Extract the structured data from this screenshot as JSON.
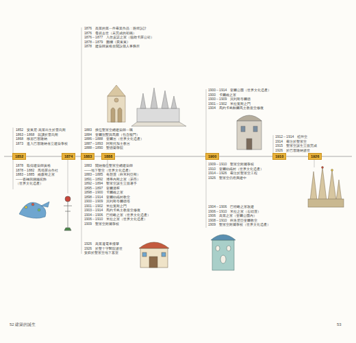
{
  "diagram": {
    "nodes": [
      {
        "text": [
          "1852"
        ]
      },
      {
        "text": [
          "1874"
        ]
      },
      {
        "text": [
          "1883"
        ]
      },
      {
        "text": [
          "1888"
        ]
      },
      {
        "text": [
          "1900"
        ]
      },
      {
        "text": [
          "1910"
        ]
      },
      {
        "text": [
          "1926"
        ]
      }
    ],
    "edges": [
      {
        "from": 0,
        "to": 1,
        "arrow": "none"
      },
      {
        "from": 1,
        "to": 2,
        "arrow": "none"
      },
      {
        "from": 2,
        "to": 3,
        "arrow": "none"
      },
      {
        "from": 3,
        "to": 4,
        "arrow": "none"
      },
      {
        "from": 4,
        "to": 5,
        "arrow": "none"
      },
      {
        "from": 5,
        "to": 6,
        "arrow": "none"
      }
    ],
    "labels": [
      "1876　高第的第一件專業作品：路燈設計",
      "1876　母親去世（未完成的初稿）",
      "1876～1877　入住皮諾之家（協助卡羅公司）",
      "1878～1879　圍欄《費東東》",
      "1878　建築師資格並開設個人事務所",
      "1852　安東尼‧高第出生於雷烏斯",
      "1863～1868　就讀於雷烏斯",
      "1868　移居巴塞隆納",
      "1873　進入巴塞隆納省立建築學校",
      "1883　接任聖家堂總建築師一職",
      "1884　奎爾別墅與馬廄（包含龍門）",
      "1886～1888　奎爾宮（世界文化遺產）",
      "1887～1893　阿斯托加主教宮",
      "1888～1890　聖德蘭學院",
      "1900～1914　奎爾公園（世界文化遺產）",
      "1900　卡爾維之家",
      "1900～1909　貝列斯夸爾德",
      "1901～1902　米拉葉斯之門",
      "1904　馬約卡島帕爾馬主教座堂修復",
      "1912～1914　禮拜堂",
      "1914　專注於聖家堂",
      "1915　聖家堂誕生立面完成",
      "1926　於巴塞隆納逝世",
      "1878　取得建築師資格",
      "1878～1882　馬塔羅合作社",
      "1883～1885　維森斯之家",
      "——瓷磚與鑄鐵裝飾",
      "（世界文化遺產）",
      "1883　開始擔任聖家堂總建築師",
      "——地下聖堂（世界文化遺產）",
      "1883～1885　奇想屋（科米利亞斯）",
      "1891～1892　博蒂內斯之家（萊昂）",
      "1892～1894　聖家堂誕生立面著手",
      "1895～1897　奎爾酒窖",
      "1898～1900　卡爾維之家",
      "1898～1914　奎爾紡織村教堂",
      "1900～1909　貝列斯夸爾德塔",
      "1901～1902　米拉葉斯之門",
      "1903～1914　馬約卡島主教座堂修復",
      "1904～1906　巴特略之家（世界文化遺產）",
      "1906～1910　米拉之家（世界文化遺產）",
      "1909　聖家堂附屬學校",
      "1926　高第遭電車撞擊",
      "1926　於聖十字醫院逝世",
      "安葬於聖家堂地下墓室",
      "1909～1910　聖家堂附屬學校",
      "1910　奎爾紡織村（世界文化遺產）",
      "1914～1926　專注於聖家堂工程",
      "1926　聖家堂仍在興建中",
      "1904～1906　巴特略之家改建",
      "1906～1910　米拉之家（石頭屋）",
      "1906　高第之家（奎爾公園內）",
      "1908～1910　科洛尼亞奎爾教堂",
      "1909　聖家堂附屬學校（世界文化遺產）",
      "52 建築的誕生",
      "53"
    ]
  }
}
